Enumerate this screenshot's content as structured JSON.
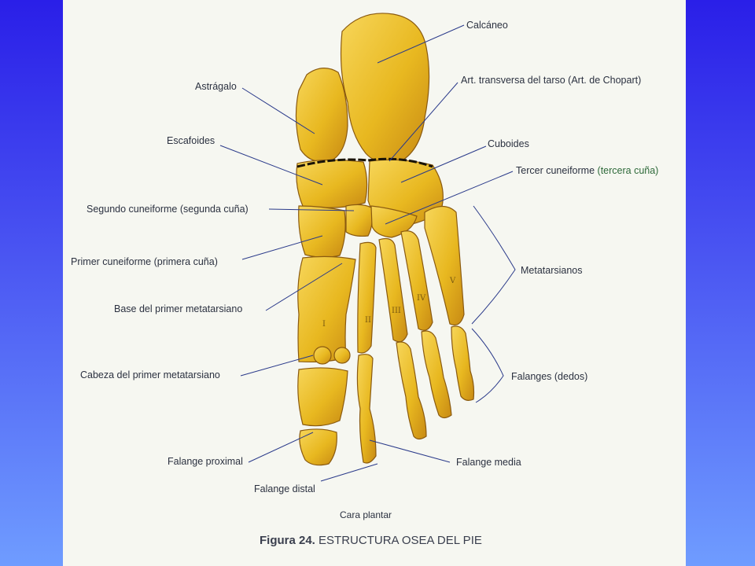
{
  "labels": {
    "calcaneo": "Calcáneo",
    "astragalo": "Astrágalo",
    "chopart": "Art. transversa del tarso (Art. de Chopart)",
    "escafoides": "Escafoides",
    "cuboides": "Cuboides",
    "tercer_cuneiforme": "Tercer cuneiforme",
    "tercer_cuneiforme_alt": "(tercera cuña)",
    "segundo_cuneiforme": "Segundo cuneiforme (segunda cuña)",
    "primer_cuneiforme": "Primer cuneiforme (primera cuña)",
    "metatarsianos": "Metatarsianos",
    "base_primer_metatarsiano": "Base del primer metatarsiano",
    "cabeza_primer_metatarsiano": "Cabeza del primer metatarsiano",
    "falanges": "Falanges (dedos)",
    "falange_proximal": "Falange proximal",
    "falange_media": "Falange media",
    "falange_distal": "Falange distal"
  },
  "roman_numerals": [
    "I",
    "II",
    "III",
    "IV",
    "V"
  ],
  "view_label": "Cara plantar",
  "caption": {
    "figure": "Figura 24.",
    "title": "ESTRUCTURA OSEA DEL PIE"
  },
  "colors": {
    "bone": "#e8b820",
    "bone_shadow": "#9a6a10",
    "background_top": "#2a1fe8",
    "background_bottom": "#6f9cff",
    "panel": "#f6f7f1",
    "leader_line": "#2a3a8a"
  }
}
